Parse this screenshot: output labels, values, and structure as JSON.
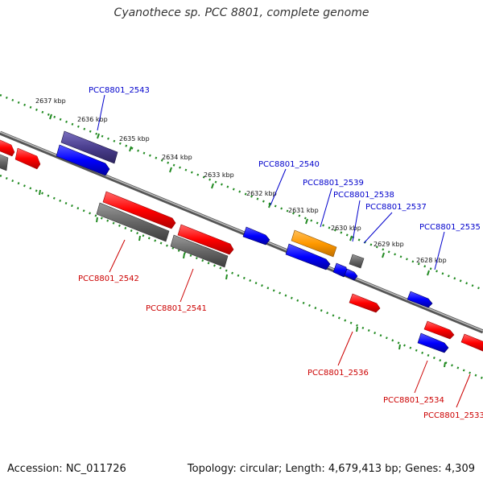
{
  "title": "Cyanothece sp. PCC 8801, complete genome",
  "footer": {
    "accession": "Accession: NC_011726",
    "summary": "Topology: circular; Length: 4,679,413 bp; Genes: 4,309"
  },
  "colors": {
    "forward_gene": "#ff0000",
    "reverse_gene": "#0000ff",
    "highlight_gene": "#ff9900",
    "selected_gene": "#4b3f8f",
    "pseudo_gene": "#666666",
    "scale_dots": "#228b22",
    "backbone": "#888888"
  },
  "kbp_labels": [
    "2637 kbp",
    "2636 kbp",
    "2635 kbp",
    "2634 kbp",
    "2633 kbp",
    "2632 kbp",
    "2631 kbp",
    "2630 kbp",
    "2629 kbp",
    "2628 kbp"
  ],
  "locus_labels": {
    "top": [
      "PCC8801_2543",
      "PCC8801_2540",
      "PCC8801_2539",
      "PCC8801_2538",
      "PCC8801_2537",
      "PCC8801_2535"
    ],
    "bottom": [
      "PCC8801_2542",
      "PCC8801_2541",
      "PCC8801_2536",
      "PCC8801_2534",
      "PCC8801_2533"
    ]
  }
}
